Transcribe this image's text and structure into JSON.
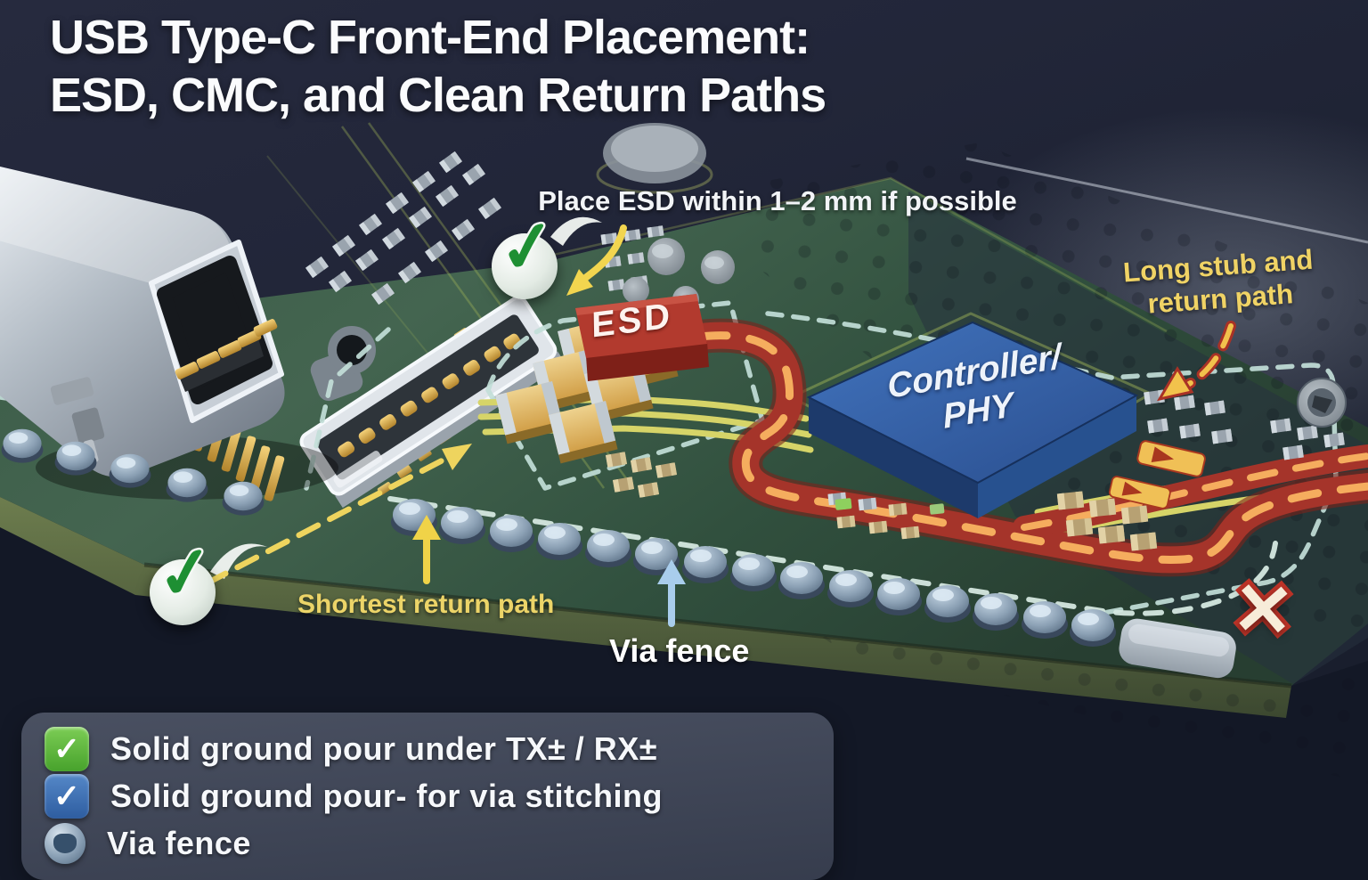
{
  "title": {
    "line1": "USB Type-C Front-End Placement:",
    "line2": "ESD, CMC, and Clean Return Paths"
  },
  "callouts": {
    "place_esd": "Place ESD within 1–2 mm if possible",
    "long_stub_line1": "Long stub and",
    "long_stub_line2": "return path",
    "shortest_return": "Shortest return path",
    "via_fence": "Via fence"
  },
  "components": {
    "esd_label": "ESD",
    "controller_line1": "Controller/",
    "controller_line2": "PHY"
  },
  "marks": {
    "good_mark": "✓",
    "bad_mark": "✕"
  },
  "legend": {
    "items": [
      {
        "icon": "green-check-icon",
        "label": "Solid ground pour under TX± / RX±"
      },
      {
        "icon": "blue-check-icon",
        "label": "Solid ground pour- for via stitching"
      },
      {
        "icon": "via-icon",
        "label": "Via fence"
      }
    ]
  },
  "colors": {
    "highlight_red": "#a5342a",
    "trace_yellow": "#d6d468",
    "callout_yellow": "#f0d365",
    "via_blue": "#a9bed2",
    "board_green": "#3c5c48",
    "controller_blue": "#35619f",
    "esd_red": "#b23a2e",
    "legend_green": "#5cb843",
    "legend_blue": "#3e72ae"
  }
}
